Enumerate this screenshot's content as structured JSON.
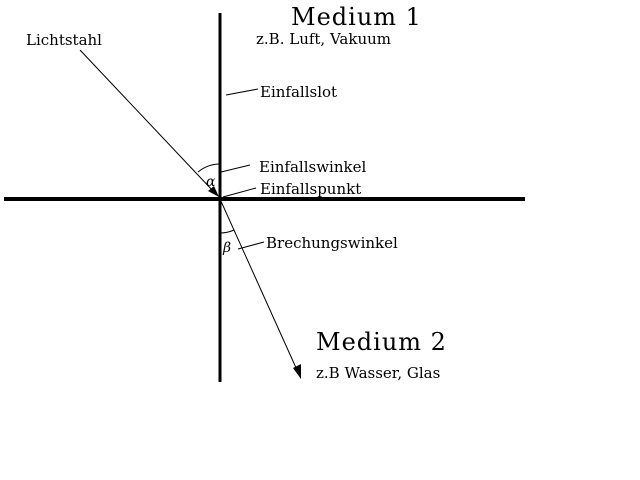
{
  "medium1": {
    "title": "Medium 1",
    "example": "z.B. Luft, Vakuum"
  },
  "medium2": {
    "title": "Medium 2",
    "example": "z.B Wasser, Glas"
  },
  "labels": {
    "light_ray": "Lichtstahl",
    "normal": "Einfallslot",
    "angle_of_incidence": "Einfallswinkel",
    "point_of_incidence": "Einfallspunkt",
    "angle_of_refraction": "Brechungswinkel"
  },
  "symbols": {
    "alpha": "α",
    "beta": "β"
  },
  "colors": {
    "line": "#000000",
    "background": "#ffffff"
  }
}
